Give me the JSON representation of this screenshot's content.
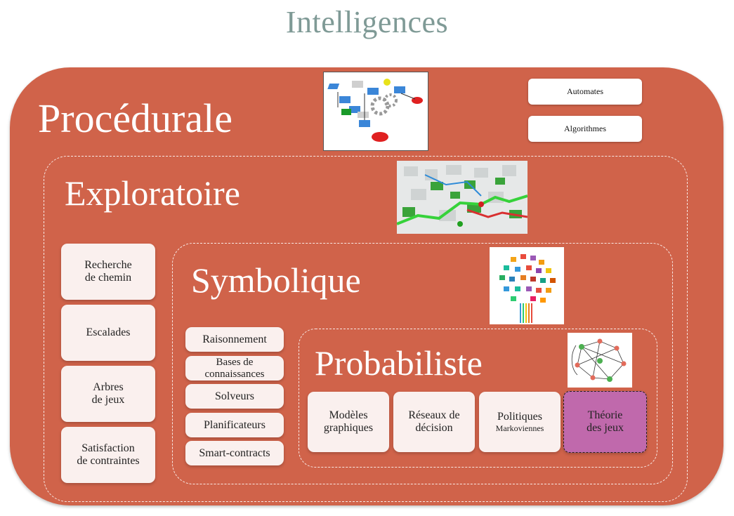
{
  "title": "Intelligences",
  "procedurale": {
    "label": "Procédurale",
    "items": [
      "Automates",
      "Algorithmes"
    ],
    "image_icon": "flowchart-gears-icon"
  },
  "exploratoire": {
    "label": "Exploratoire",
    "items": [
      "Recherche\nde chemin",
      "Escalades",
      "Arbres\nde jeux",
      "Satisfaction\nde contraintes"
    ],
    "image_icon": "city-map-route-icon"
  },
  "symbolique": {
    "label": "Symbolique",
    "items": [
      "Raisonnement",
      "Bases de\nconnaissances",
      "Solveurs",
      "Planificateurs",
      "Smart-contracts"
    ],
    "image_icon": "tree-of-icons-icon"
  },
  "probabiliste": {
    "label": "Probabiliste",
    "items": [
      {
        "line1": "Modèles",
        "line2": "graphiques"
      },
      {
        "line1": "Réseaux de",
        "line2": "décision"
      },
      {
        "line1": "Politiques",
        "line2": "Markoviennes"
      },
      {
        "line1": "Théorie",
        "line2": "des jeux"
      }
    ],
    "image_icon": "markov-graph-icon"
  },
  "colors": {
    "outer": "#d0634a",
    "box": "#faf0ee",
    "highlight": "#c069ac",
    "title": "#7f9a96"
  }
}
